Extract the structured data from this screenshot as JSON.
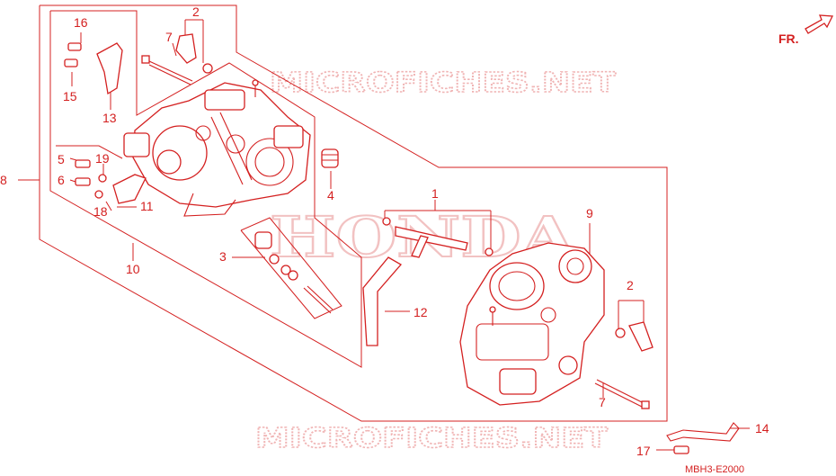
{
  "watermark_top": "MICROFICHES.NET",
  "watermark_bottom": "MICROFICHES.NET",
  "brand_watermark": "HONDA",
  "front_indicator": "FR.",
  "diagram_code": "MBH3-E2000",
  "callouts": {
    "c1": "1",
    "c2a": "2",
    "c2b": "2",
    "c3": "3",
    "c4": "4",
    "c5": "5",
    "c6": "6",
    "c7a": "7",
    "c7b": "7",
    "c8": "8",
    "c9": "9",
    "c10": "10",
    "c11": "11",
    "c12": "12",
    "c13": "13",
    "c14": "14",
    "c15": "15",
    "c16": "16",
    "c17": "17",
    "c18": "18",
    "c19": "19"
  },
  "colors": {
    "line": "#d42020",
    "watermark": "#f0b4b4",
    "background": "#ffffff"
  }
}
